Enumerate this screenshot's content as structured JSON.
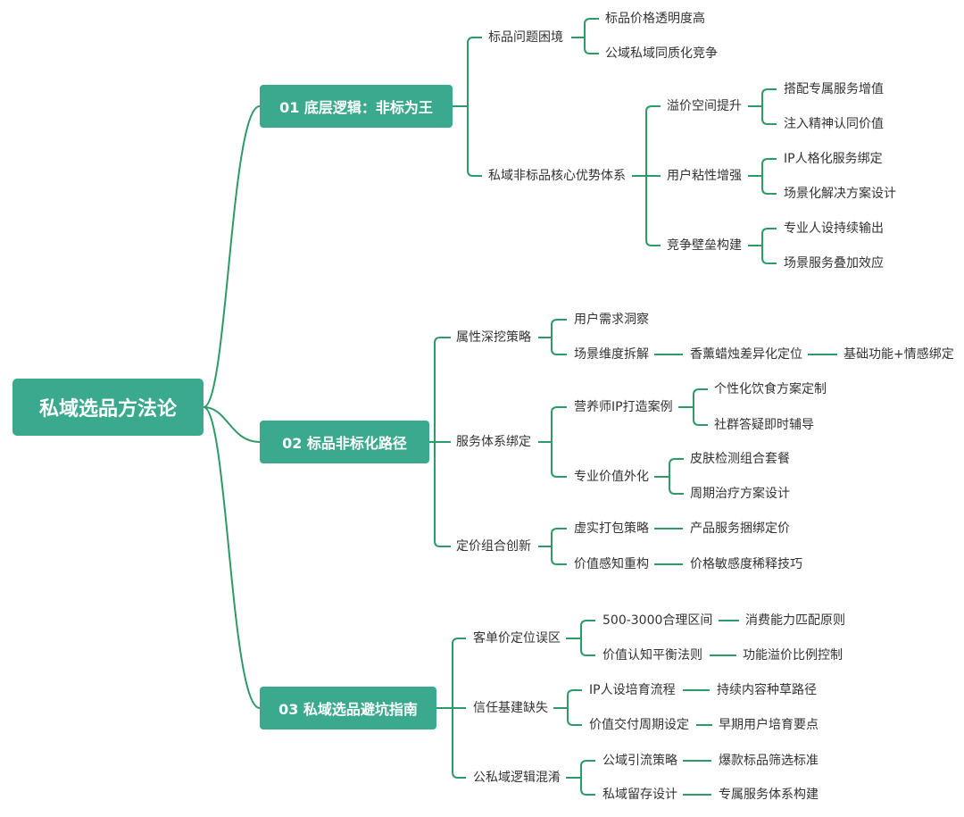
{
  "root": "私域选品方法论",
  "colors": {
    "line": "#2e9a66",
    "box": "#3aa98e"
  },
  "branch1": {
    "title": "01 底层逻辑：非标为王",
    "a": {
      "label": "标品问题困境",
      "children": [
        "标品价格透明度高",
        "公域私域同质化竞争"
      ]
    },
    "b": {
      "label": "私域非标品核心优势体系",
      "c1": {
        "label": "溢价空间提升",
        "children": [
          "搭配专属服务增值",
          "注入精神认同价值"
        ]
      },
      "c2": {
        "label": "用户粘性增强",
        "children": [
          "IP人格化服务绑定",
          "场景化解决方案设计"
        ]
      },
      "c3": {
        "label": "竞争壁垒构建",
        "children": [
          "专业人设持续输出",
          "场景服务叠加效应"
        ]
      }
    }
  },
  "branch2": {
    "title": "02 标品非标化路径",
    "a": {
      "label": "属性深挖策略",
      "c1": "用户需求洞察",
      "c2": "场景维度拆解",
      "c2a": "香薰蜡烛差异化定位",
      "c2b": "基础功能+情感绑定"
    },
    "b": {
      "label": "服务体系绑定",
      "c1": {
        "label": "营养师IP打造案例",
        "children": [
          "个性化饮食方案定制",
          "社群答疑即时辅导"
        ]
      },
      "c2": {
        "label": "专业价值外化",
        "children": [
          "皮肤检测组合套餐",
          "周期治疗方案设计"
        ]
      }
    },
    "c": {
      "label": "定价组合创新",
      "c1": "虚实打包策略",
      "c1a": "产品服务捆绑定价",
      "c2": "价值感知重构",
      "c2a": "价格敏感度稀释技巧"
    }
  },
  "branch3": {
    "title": "03 私域选品避坑指南",
    "a": {
      "label": "客单价定位误区",
      "c1": "500-3000合理区间",
      "c1a": "消费能力匹配原则",
      "c2": "价值认知平衡法则",
      "c2a": "功能溢价比例控制"
    },
    "b": {
      "label": "信任基建缺失",
      "c1": "IP人设培育流程",
      "c1a": "持续内容种草路径",
      "c2": "价值交付周期设定",
      "c2a": "早期用户培育要点"
    },
    "c": {
      "label": "公私域逻辑混淆",
      "c1": "公域引流策略",
      "c1a": "爆款标品筛选标准",
      "c2": "私域留存设计",
      "c2a": "专属服务体系构建"
    }
  }
}
